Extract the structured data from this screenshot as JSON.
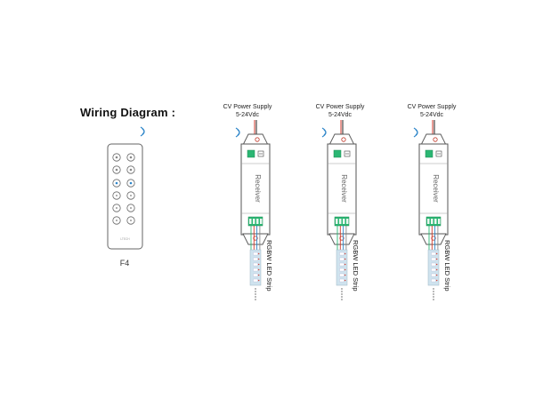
{
  "title": "Wiring Diagram :",
  "remote": {
    "model": "F4",
    "brand": "LTECH"
  },
  "receivers": [
    {
      "psu_line1": "CV Power Supply",
      "psu_line2": "5-24Vdc",
      "body_label": "Receiver",
      "strip_label": "RGBW LED Strip"
    },
    {
      "psu_line1": "CV Power Supply",
      "psu_line2": "5-24Vdc",
      "body_label": "Receiver",
      "strip_label": "RGBW LED Strip"
    },
    {
      "psu_line1": "CV Power Supply",
      "psu_line2": "5-24Vdc",
      "body_label": "Receiver",
      "strip_label": "RGBW LED Strip"
    }
  ],
  "colors": {
    "wire_red": "#d33a2c",
    "wire_black": "#222222",
    "signal_blue": "#2e86c9",
    "terminal_green": "#2bb673",
    "strip_bg": "#cfe3ee",
    "outline": "#555555"
  },
  "icons": [
    "wireless-signal-icon",
    "power-button-icon",
    "terminal-block-icon"
  ]
}
